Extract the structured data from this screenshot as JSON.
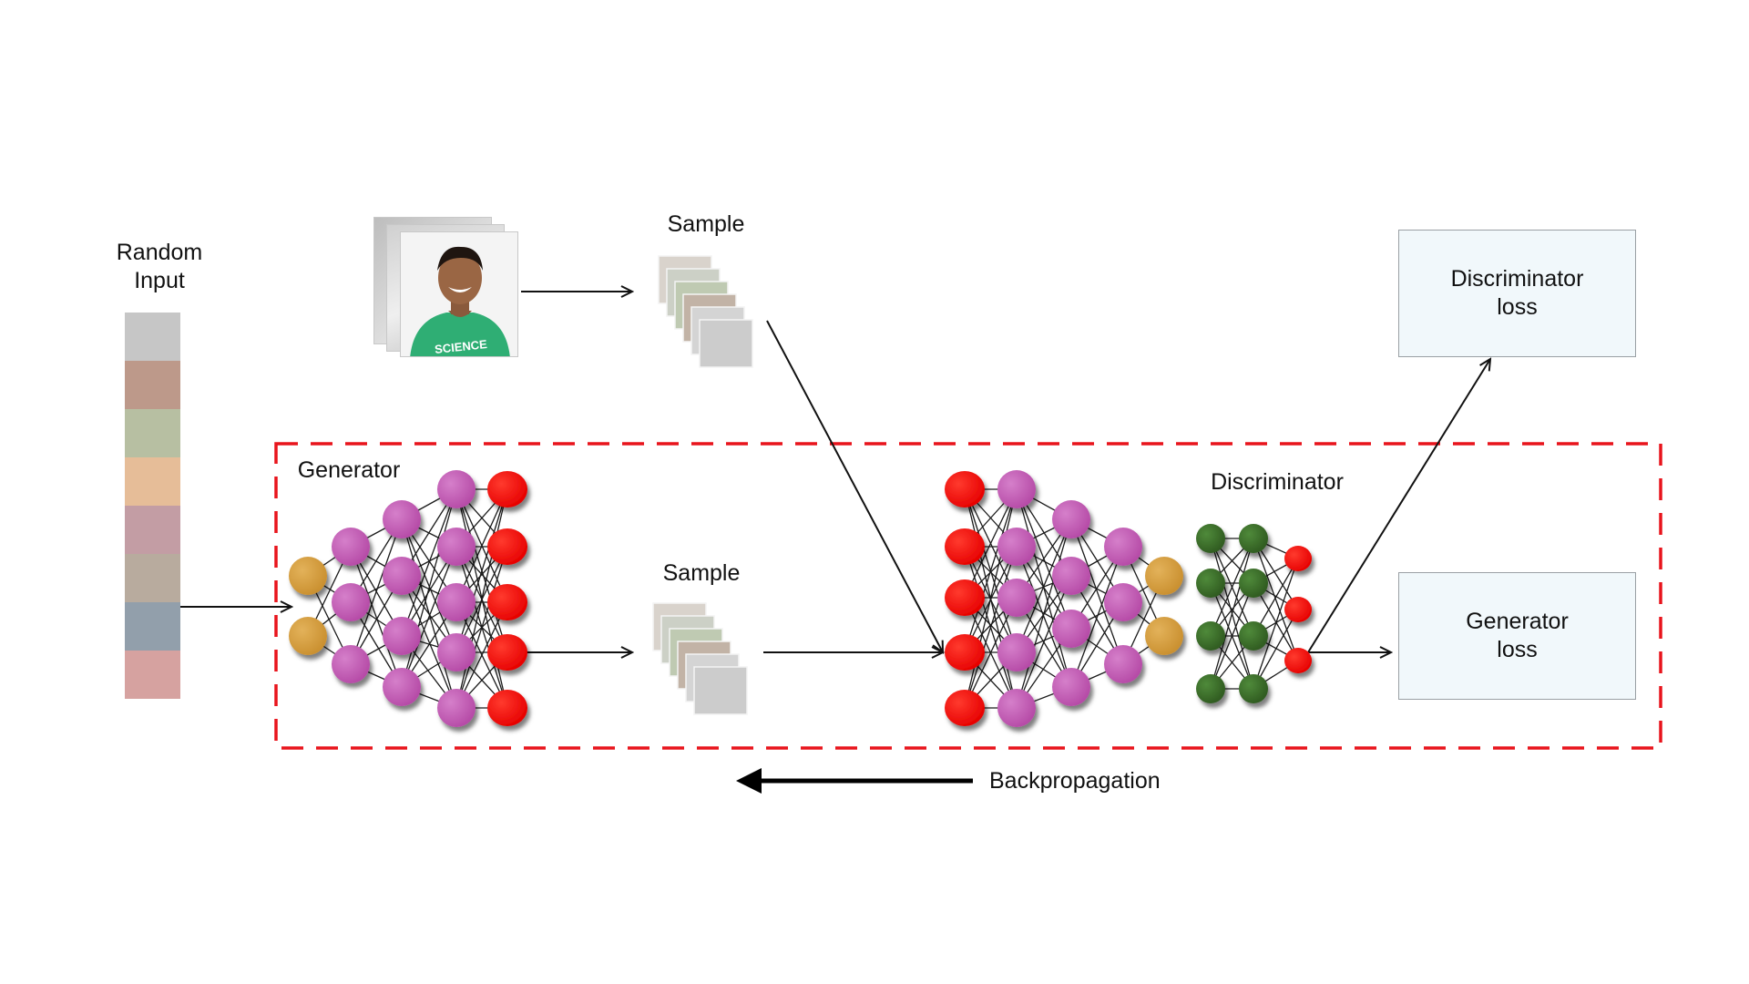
{
  "labels": {
    "random_input_line1": "Random",
    "random_input_line2": "Input",
    "sample_top": "Sample",
    "sample_bottom": "Sample",
    "generator": "Generator",
    "discriminator": "Discriminator",
    "backpropagation": "Backpropagation",
    "discriminator_loss_line1": "Discriminator",
    "discriminator_loss_line2": "loss",
    "generator_loss_line1": "Generator",
    "generator_loss_line2": "loss",
    "photo_shirt_text": "SCIENCE"
  },
  "random_input_colors": [
    "#c6c6c6",
    "#bd998a",
    "#b7bfa2",
    "#e6bd98",
    "#c39da4",
    "#b8ab9e",
    "#929fab",
    "#d6a2a0"
  ],
  "sample_colors": [
    "#d9d3cc",
    "#ccd0c6",
    "#bfcab2",
    "#c2b3a6",
    "#d4d4d4",
    "#cccccc"
  ],
  "colors": {
    "boundary": "#e8141c",
    "neuron_input": "#d39b3d",
    "neuron_hidden": "#c35ab4",
    "neuron_output": "#f70505",
    "neuron_discriminator": "#3c6e2a",
    "loss_box_fill": "#f1f8fb"
  }
}
